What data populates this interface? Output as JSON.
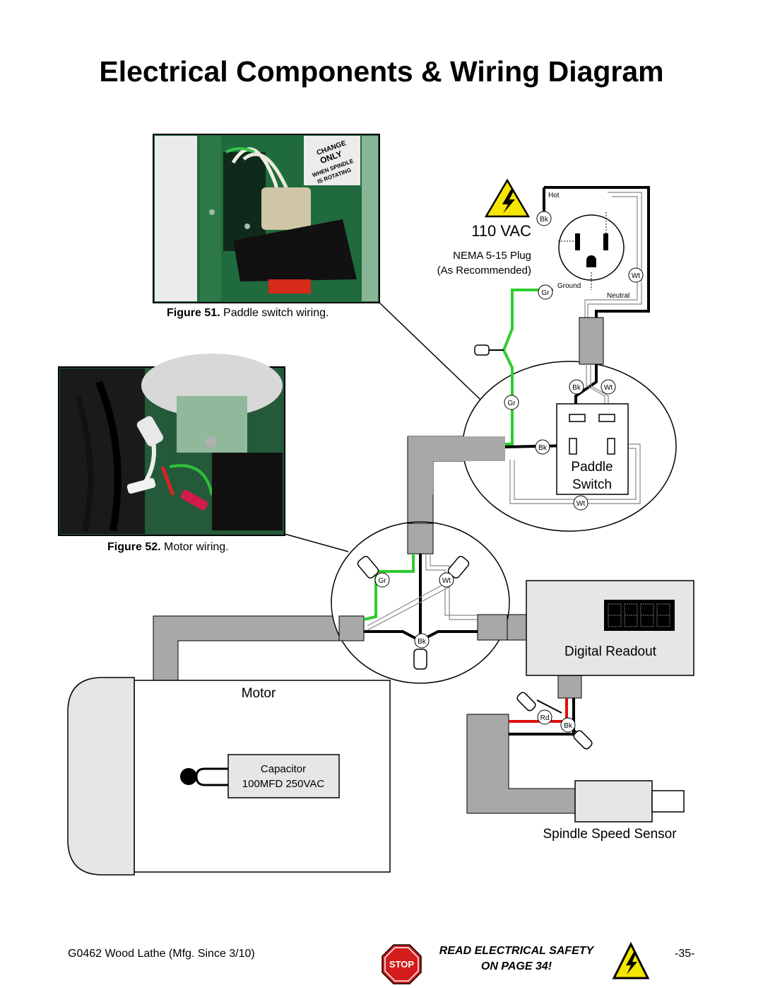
{
  "title": "Electrical Components & Wiring Diagram",
  "figures": {
    "fig51": {
      "label": "Figure 51.",
      "caption": "Paddle switch wiring."
    },
    "fig52": {
      "label": "Figure 52.",
      "caption": "Motor wiring."
    }
  },
  "photo51_decal": [
    "CHANGE",
    "ONLY",
    "WHEN SPINDLE",
    "IS ROTATING"
  ],
  "power": {
    "voltage": "110 VAC",
    "plug": "NEMA 5-15 Plug",
    "plug_note": "(As Recommended)",
    "hot": "Hot",
    "ground": "Ground",
    "neutral": "Neutral"
  },
  "wire_codes": {
    "black": "Bk",
    "white": "Wt",
    "green": "Gr",
    "red": "Rd"
  },
  "components": {
    "switch_line1": "Paddle",
    "switch_line2": "Switch",
    "readout": "Digital Readout",
    "motor": "Motor",
    "capacitor_line1": "Capacitor",
    "capacitor_line2": "100MFD 250VAC",
    "sensor": "Spindle Speed Sensor"
  },
  "footer": {
    "model": "G0462 Wood Lathe (Mfg. Since 3/10)",
    "stop": "STOP",
    "notice_line1": "READ ELECTRICAL SAFETY",
    "notice_line2": "ON PAGE 34!",
    "page": "-35-"
  },
  "colors": {
    "wire_green": "#2ecc2e",
    "wire_red": "#e01010",
    "conduit_gray": "#a8a8a8",
    "warning_yellow": "#f5e600",
    "stop_red": "#d41c1c"
  }
}
